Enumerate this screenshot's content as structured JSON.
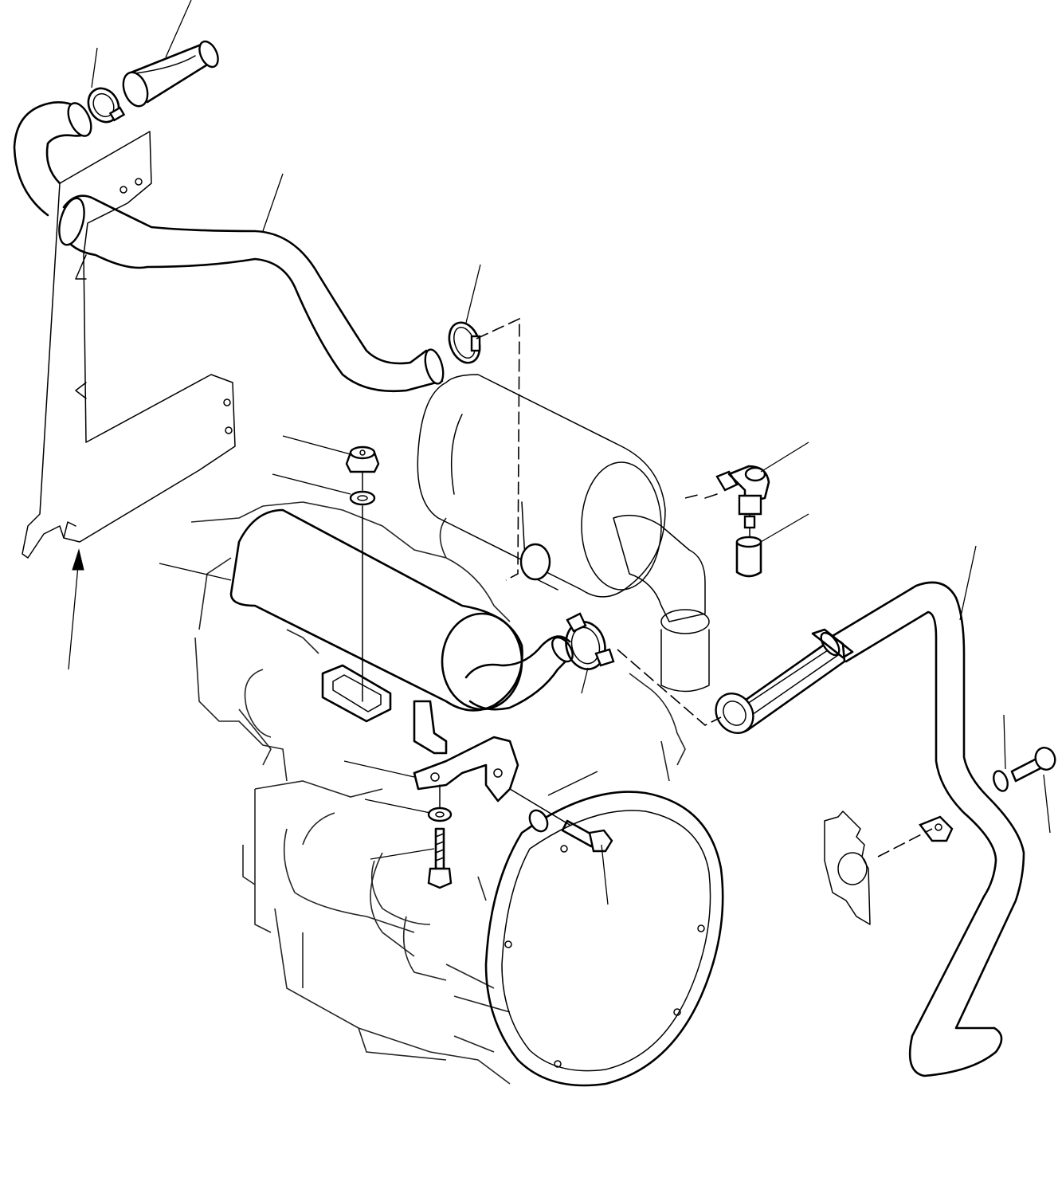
{
  "diagram": {
    "line_color": "#000000",
    "background": "#ffffff",
    "parts": [
      "tail-pipe",
      "tail-pipe-clamp",
      "exhaust-pipe",
      "pipe-clamp",
      "air-cleaner",
      "muffler",
      "muffler-nut",
      "muffler-washer",
      "muffler-bracket",
      "bracket-washer",
      "bracket-bolt",
      "mounting-bolt",
      "flange-washer",
      "air-intake-hose",
      "hose-clamp",
      "elbow-fitting",
      "dust-indicator",
      "intake-pipe",
      "pipe-washer",
      "pipe-bolt",
      "side-panel",
      "view-arrow",
      "engine-block",
      "flywheel-housing"
    ]
  }
}
